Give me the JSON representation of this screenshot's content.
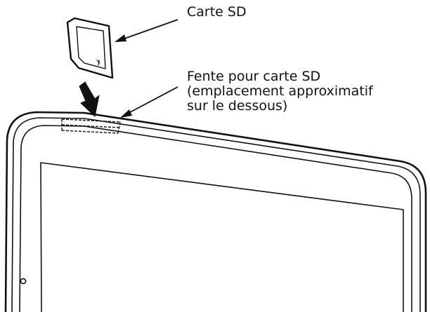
{
  "callouts": {
    "sd_card": "Carte SD",
    "slot_line1": "Fente pour carte SD",
    "slot_line2": "(emplacement approximatif",
    "slot_line3": "sur le dessous)"
  },
  "colors": {
    "ink": "#111111",
    "background": "#ffffff"
  },
  "icons": {
    "card": "sd-card-icon",
    "arrow": "insert-arrow-icon",
    "device": "tablet-device"
  }
}
